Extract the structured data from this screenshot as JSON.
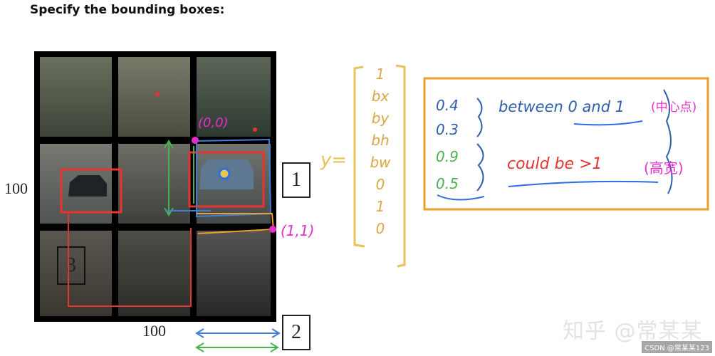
{
  "title": "Specify the bounding boxes:",
  "grid_size_label_y": "100",
  "grid_size_label_x": "100",
  "box_labels": {
    "one": "1",
    "two": "2",
    "three": "3"
  },
  "points": {
    "top_left": "(0,0)",
    "bottom_right": "(1,1)"
  },
  "y_equals": "y=",
  "y_vector": [
    "1",
    "bx",
    "by",
    "bh",
    "bw",
    "0",
    "1",
    "0"
  ],
  "notes": {
    "values": [
      "0.4",
      "0.3",
      "0.9",
      "0.5"
    ],
    "between_text": "between 0 and 1",
    "between_cn": "(中心点)",
    "could_text": "could be >1",
    "could_cn": "(高宽)"
  },
  "watermark": "知乎 @常某某",
  "csdn": "CSDN @常某某123",
  "colors": {
    "grid": "#0a0a0a",
    "red": "#e8332f",
    "green": "#4caf50",
    "blue": "#3f7fd9",
    "magenta": "#e62ecf",
    "orange": "#e8a12c",
    "yellow": "#e9c15a"
  }
}
